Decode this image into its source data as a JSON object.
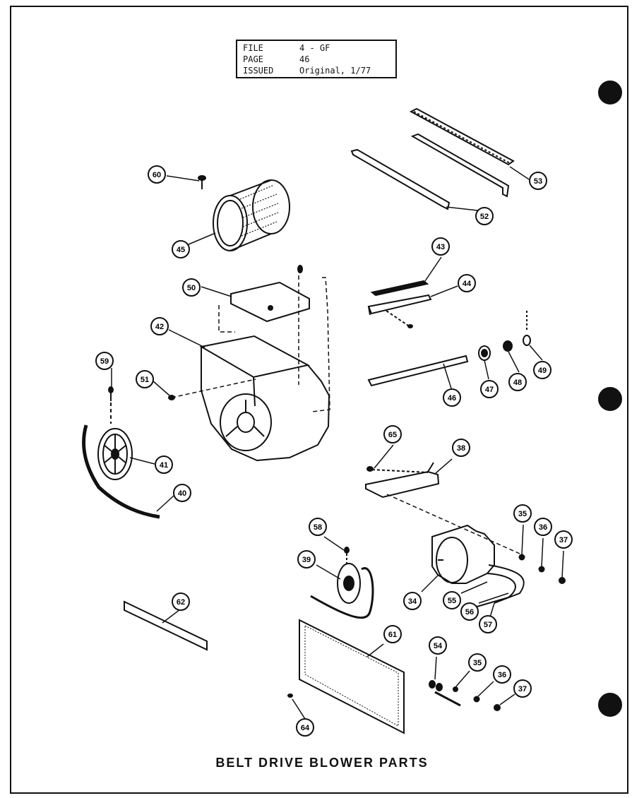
{
  "file_block": {
    "file_label": "FILE",
    "file_value": "4 - GF",
    "page_label": "PAGE",
    "page_value": "46",
    "issued_label": "ISSUED",
    "issued_value": "Original, 1/77"
  },
  "title": "BELT DRIVE BLOWER PARTS",
  "callouts": {
    "c60": "60",
    "c45": "45",
    "c50": "50",
    "c42": "42",
    "c59": "59",
    "c51": "51",
    "c41": "41",
    "c40": "40",
    "c53": "53",
    "c52": "52",
    "c43": "43",
    "c44": "44",
    "c46": "46",
    "c47": "47",
    "c48": "48",
    "c49": "49",
    "c65": "65",
    "c38": "38",
    "c35a": "35",
    "c36a": "36",
    "c37a": "37",
    "c34": "34",
    "c55": "55",
    "c56": "56",
    "c57": "57",
    "c58": "58",
    "c39": "39",
    "c62": "62",
    "c61": "61",
    "c54": "54",
    "c35b": "35",
    "c36b": "36",
    "c37b": "37",
    "c64": "64"
  }
}
